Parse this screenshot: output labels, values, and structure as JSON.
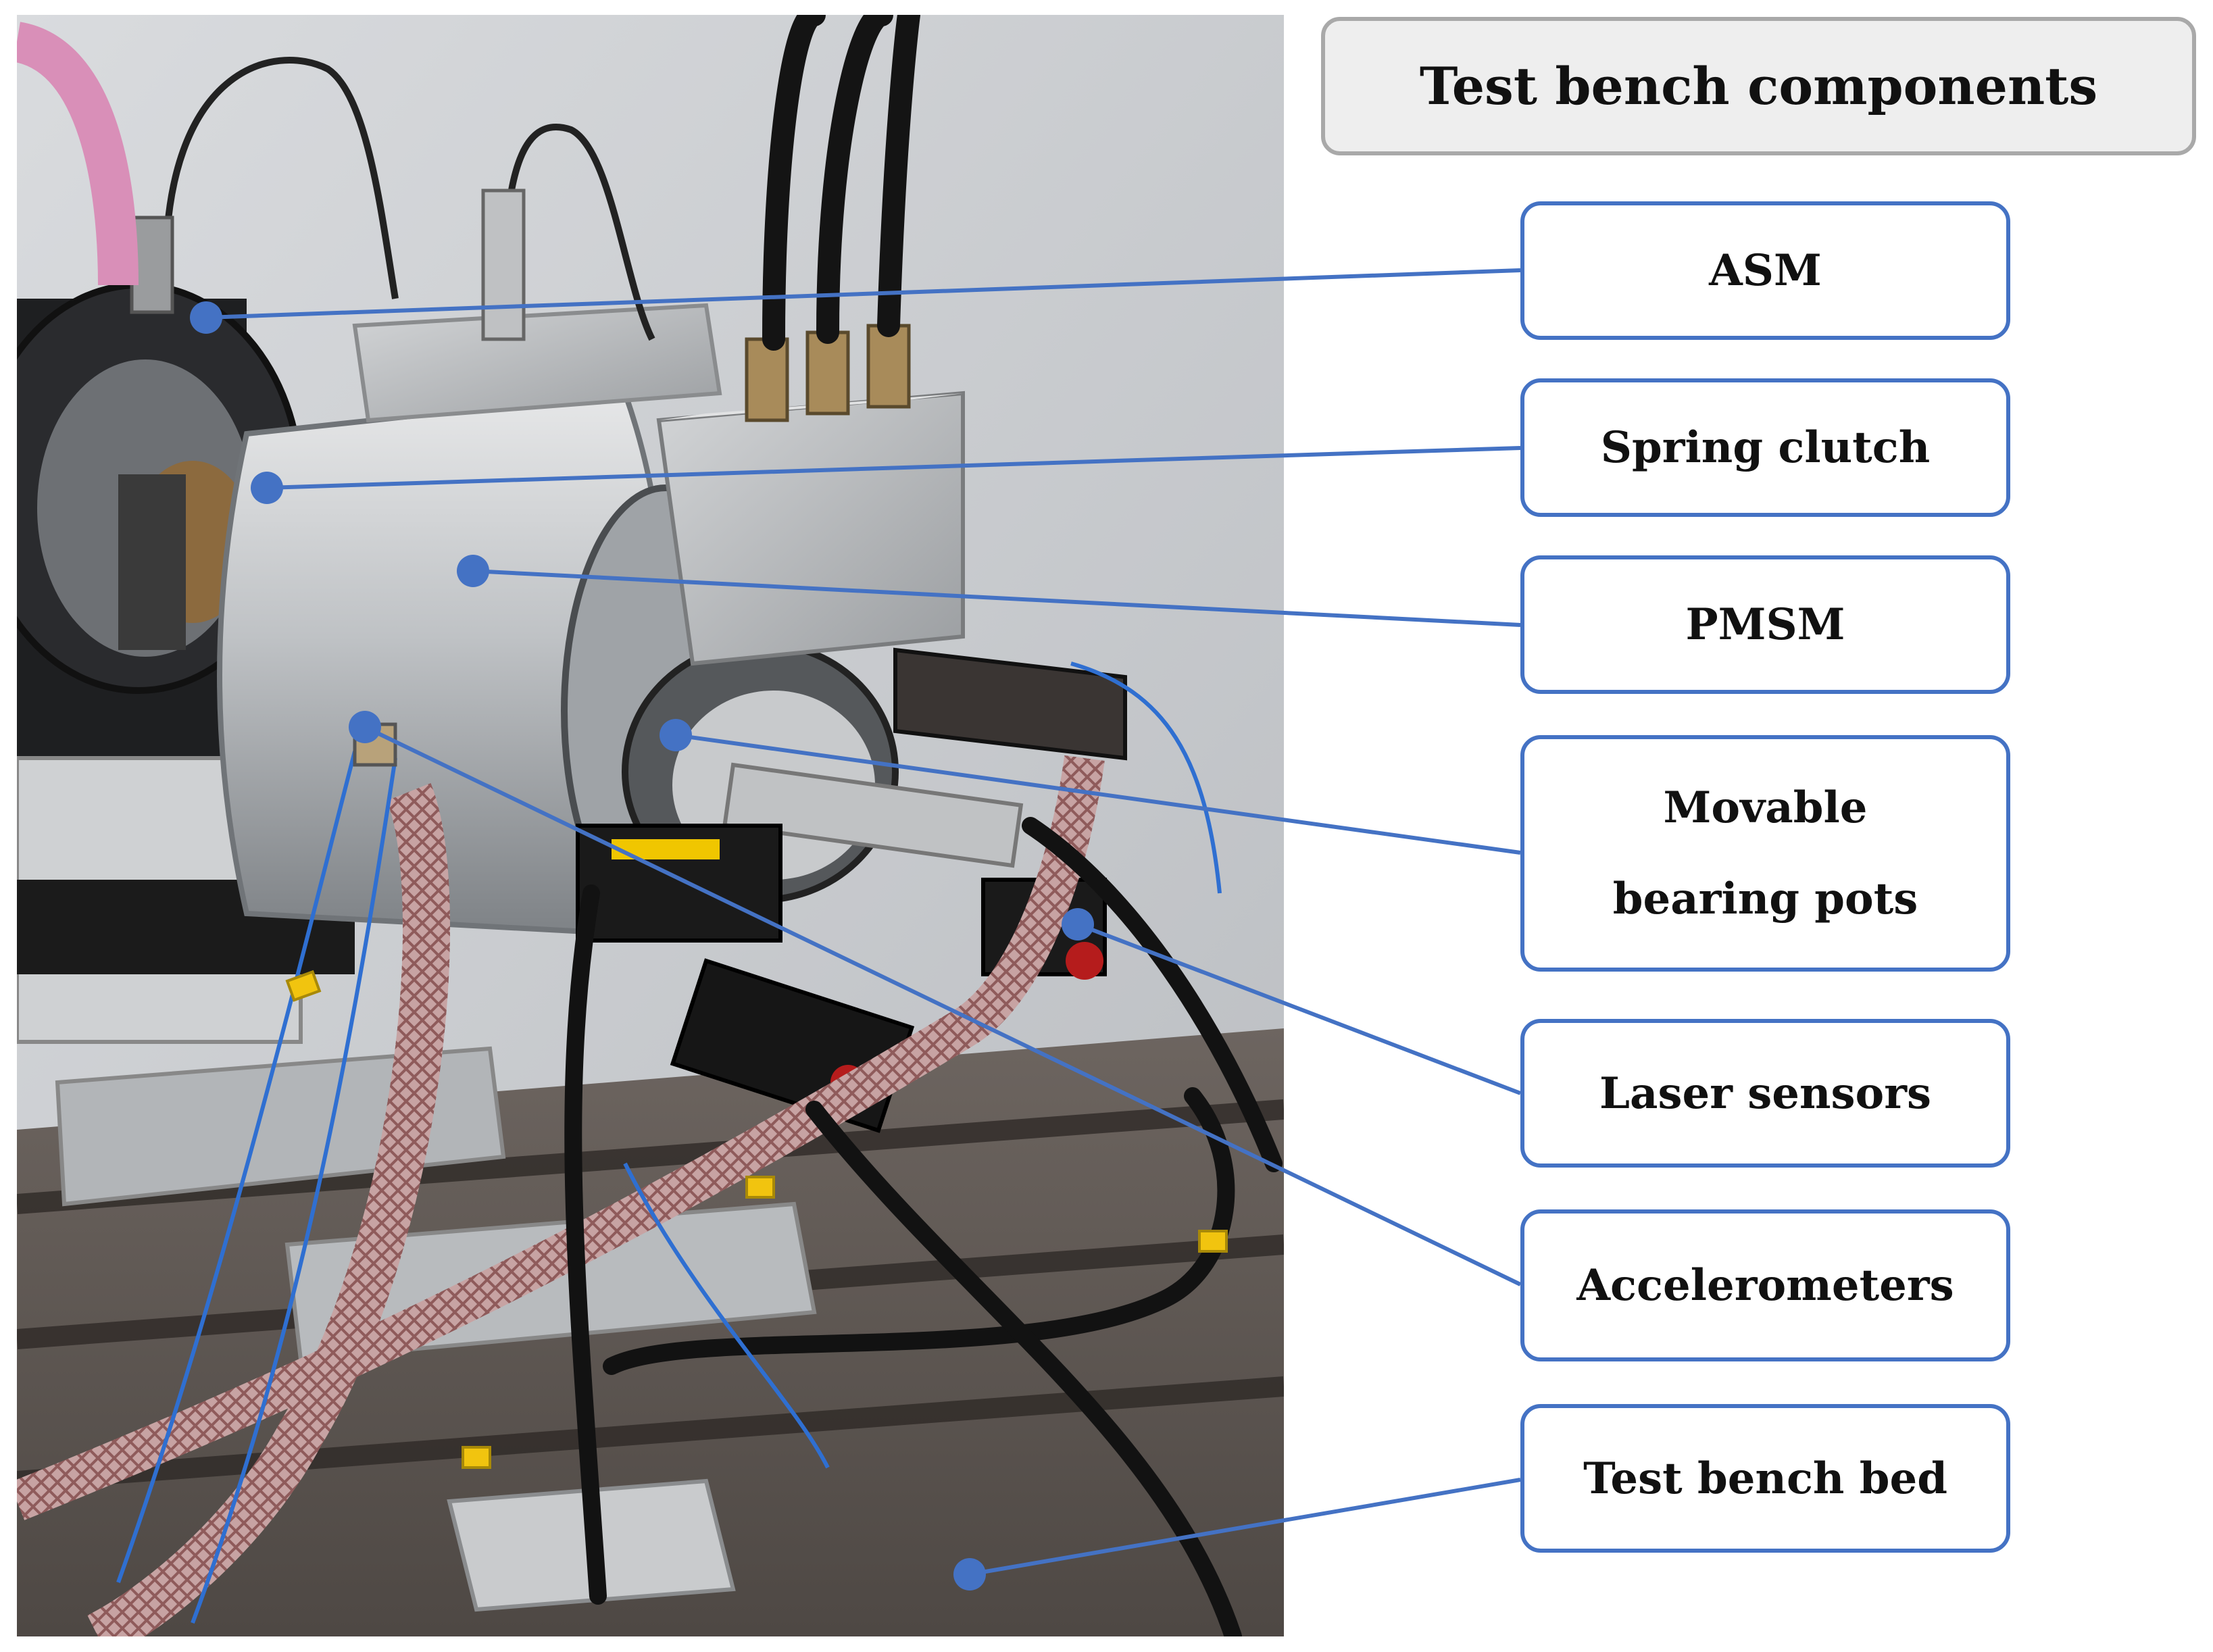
{
  "title": "Test bench components",
  "accent_color": "#4472c4",
  "labels": [
    {
      "id": "asm",
      "text": "ASM"
    },
    {
      "id": "spring-clutch",
      "text": "Spring clutch"
    },
    {
      "id": "pmsm",
      "text": "PMSM"
    },
    {
      "id": "movable-bearing-pots",
      "line1": "Movable",
      "line2": "bearing pots"
    },
    {
      "id": "laser-sensors",
      "text": "Laser sensors"
    },
    {
      "id": "accelerometers",
      "text": "Accelerometers"
    },
    {
      "id": "test-bench-bed",
      "text": "Test bench bed"
    }
  ],
  "photo": {
    "subject": "test-bench-photo"
  }
}
